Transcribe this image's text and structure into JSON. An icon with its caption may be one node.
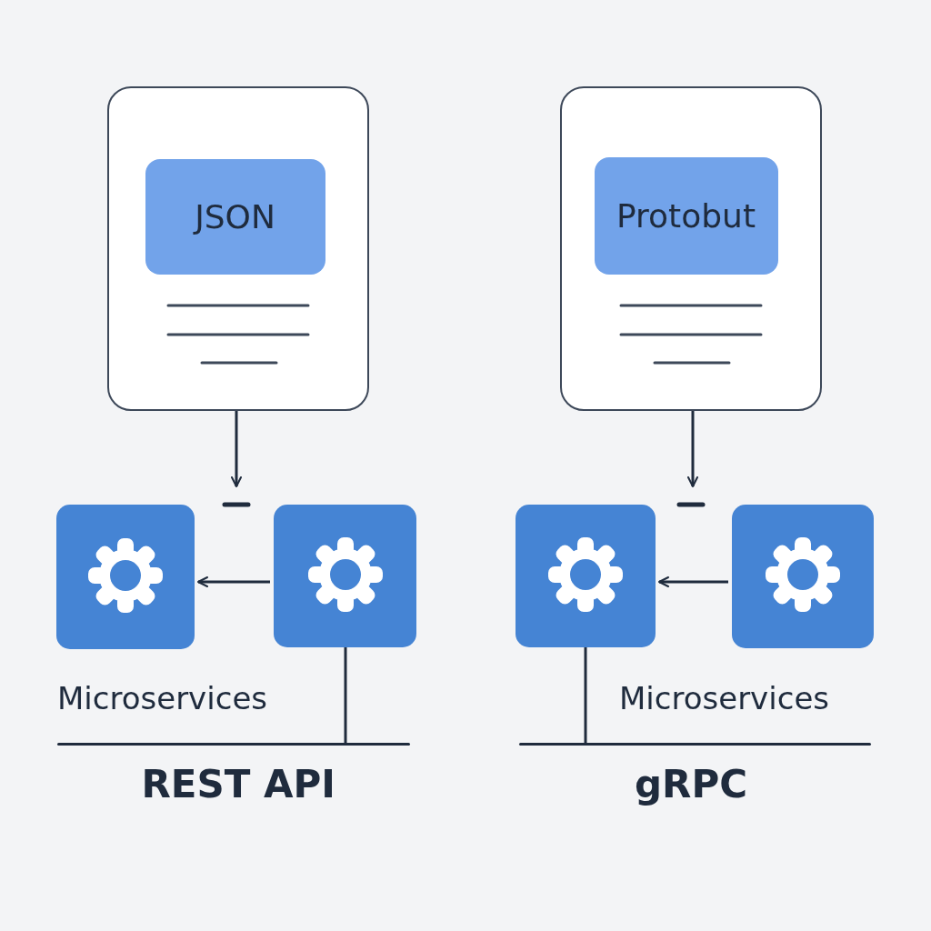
{
  "diagram": {
    "nodes": [
      {
        "text": [],
        "shape": "box"
      },
      {
        "text": [
          "JSON"
        ],
        "in": 0
      },
      {
        "text": [],
        "shape": "box"
      },
      {
        "text": [],
        "shape": "box"
      },
      {
        "text": [],
        "shape": "bar"
      },
      {
        "text": [],
        "shape": "box"
      },
      {
        "text": [
          "Protobut"
        ],
        "in": 5
      },
      {
        "text": [],
        "shape": "box"
      },
      {
        "text": [],
        "shape": "box"
      },
      {
        "text": [],
        "shape": "bar"
      }
    ],
    "edges": [
      {
        "from": 0,
        "to": null,
        "arrow": "to"
      },
      {
        "from": 3,
        "to": 2,
        "arrow": "to"
      },
      {
        "from": 3,
        "to": 4,
        "arrow": "none"
      },
      {
        "from": 5,
        "to": null,
        "arrow": "to"
      },
      {
        "from": 8,
        "to": 7,
        "arrow": "to"
      },
      {
        "from": 7,
        "to": 9,
        "arrow": "none"
      }
    ],
    "labels": [
      "Microservices",
      "Microservices",
      "REST API",
      "gRPC"
    ]
  }
}
